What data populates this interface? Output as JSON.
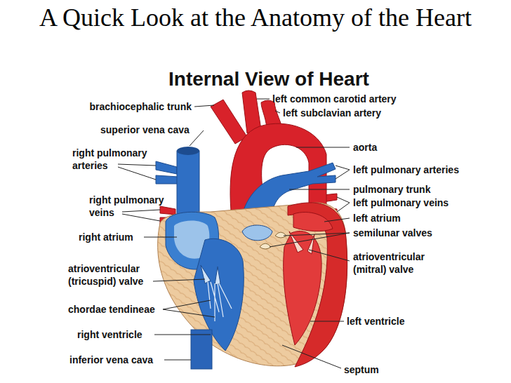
{
  "diagram": {
    "title": "A Quick Look at the Anatomy of the Heart",
    "labels": [
      "Internal View of Heart",
      "brachiocephalic trunk",
      "left common carotid artery",
      "left subclavian artery",
      "superior vena cava",
      "aorta",
      "right pulmonary arteries",
      "left pulmonary arteries",
      "pulmonary trunk",
      "left pulmonary veins",
      "right pulmonary veins",
      "left atrium",
      "semilunar valves",
      "right atrium",
      "atrioventricular (mitral) valve",
      "atrioventricular (tricuspid) valve",
      "chordae tendineae",
      "right ventricle",
      "left ventricle",
      "inferior vena cava",
      "septum"
    ]
  }
}
